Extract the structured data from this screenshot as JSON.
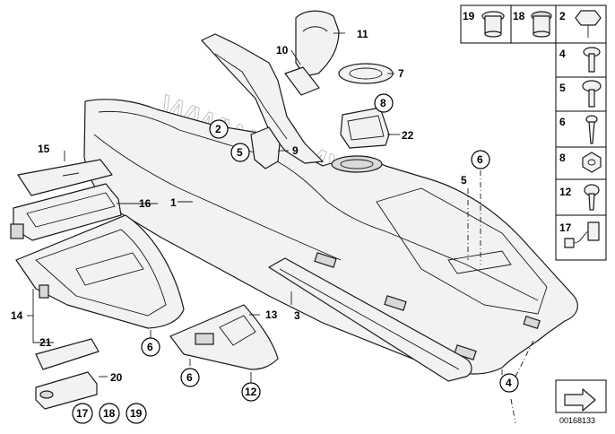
{
  "diagram": {
    "document_number": "00168133",
    "watermark": "www.BMWstore.pl",
    "callouts": {
      "c1": "1",
      "c2a": "2",
      "c3": "3",
      "c4": "4",
      "c5a": "5",
      "c5b": "5",
      "c6a": "6",
      "c6b": "6",
      "c6c": "6",
      "c7": "7",
      "c8": "8",
      "c9": "9",
      "c10": "10",
      "c11": "11",
      "c12": "12",
      "c13": "13",
      "c14": "14",
      "c15": "15",
      "c16": "16",
      "c17": "17",
      "c18": "18",
      "c19": "19",
      "c20": "20",
      "c21": "21",
      "c22": "22"
    },
    "side_panel": {
      "top_row": [
        "19",
        "18",
        "2"
      ],
      "column": [
        "4",
        "5",
        "6",
        "8",
        "12",
        "17"
      ]
    }
  }
}
